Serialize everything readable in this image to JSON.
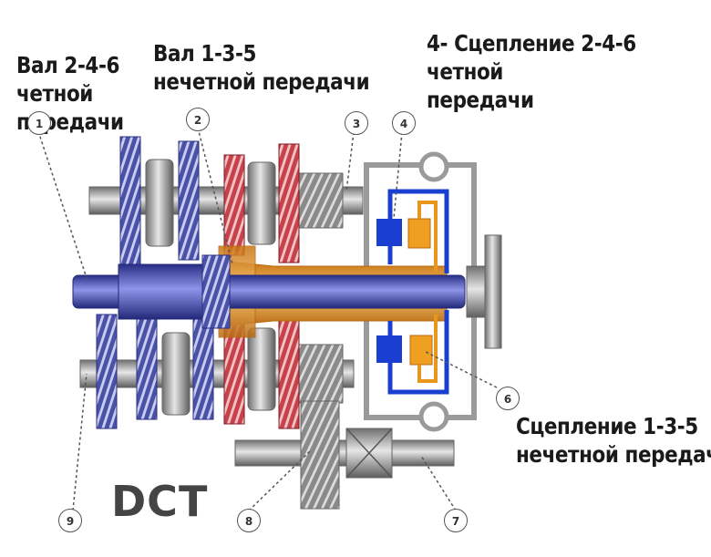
{
  "labels": {
    "shaft_even": [
      "Вал 2-4-6",
      "четной",
      "передачи"
    ],
    "shaft_odd": [
      "Вал 1-3-5",
      "нечетной передачи"
    ],
    "clutch_even": [
      "4- Сцепление 2-4-6",
      "четной",
      "передачи"
    ],
    "clutch_odd": [
      "Сцепление 1-3-5",
      "нечетной передачи"
    ],
    "dct": "DCT"
  },
  "callouts": [
    "1",
    "2",
    "3",
    "4",
    "6",
    "7",
    "8",
    "9"
  ],
  "colors": {
    "even_gear": "#4a52a8",
    "odd_gear": "#c8424c",
    "clutch_blue": "#1a3fd0",
    "clutch_orange": "#e8961e",
    "shaft_blue": "#4a58c8",
    "housing": "#9a9a9a"
  }
}
